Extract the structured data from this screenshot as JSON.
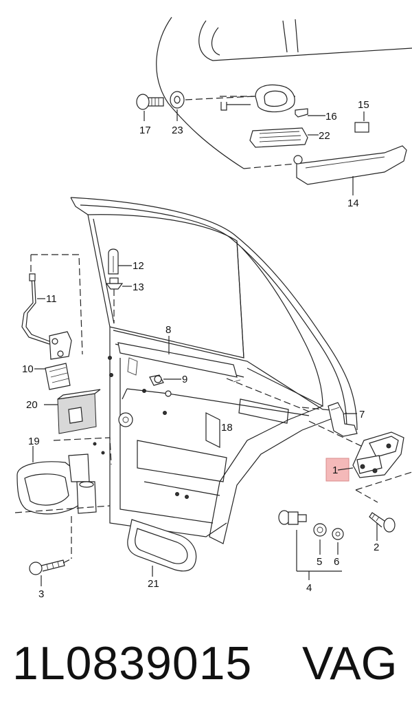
{
  "callouts": {
    "c1": "1",
    "c2": "2",
    "c3": "3",
    "c4": "4",
    "c5": "5",
    "c6": "6",
    "c7": "7",
    "c8": "8",
    "c9": "9",
    "c10": "10",
    "c11": "11",
    "c12": "12",
    "c13": "13",
    "c14": "14",
    "c15": "15",
    "c16": "16",
    "c17": "17",
    "c18": "18",
    "c19": "19",
    "c20": "20",
    "c21": "21",
    "c22": "22",
    "c23": "23"
  },
  "highlight": {
    "part": "1",
    "color": "#f4b9b9"
  },
  "footer": {
    "part_number": "1L0839015",
    "brand": "VAG"
  }
}
